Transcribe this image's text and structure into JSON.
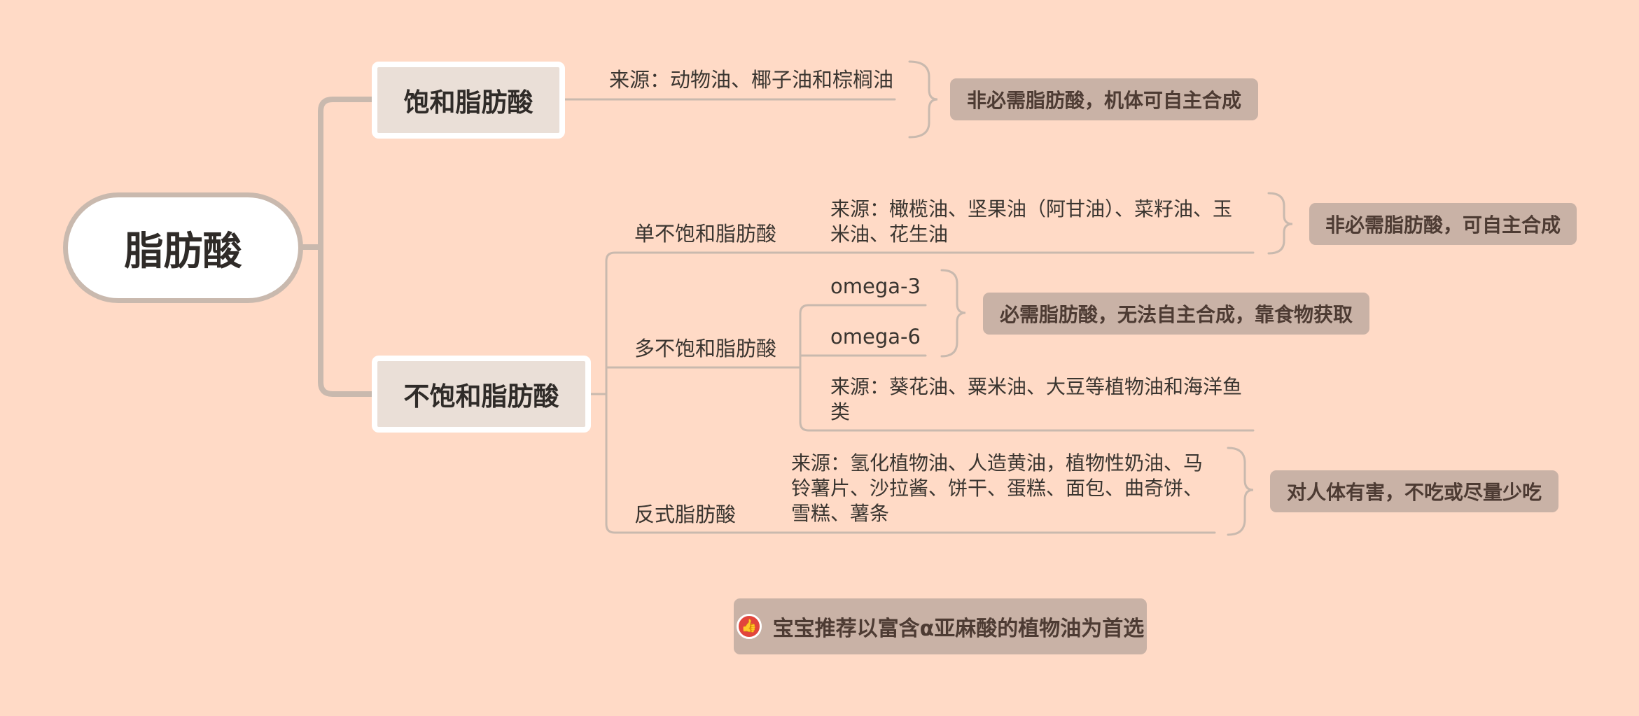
{
  "root": {
    "label": "脂肪酸"
  },
  "saturated": {
    "label": "饱和脂肪酸",
    "source": "来源：动物油、椰子油和棕榈油",
    "note": "非必需脂肪酸，机体可自主合成"
  },
  "unsaturated": {
    "label": "不饱和脂肪酸",
    "mono": {
      "label": "单不饱和脂肪酸",
      "source_line1": "来源：橄榄油、坚果油（阿甘油）、菜籽油、玉",
      "source_line2": "米油、花生油",
      "note": "非必需脂肪酸，可自主合成"
    },
    "poly": {
      "label": "多不饱和脂肪酸",
      "omega3": "omega-3",
      "omega6": "omega-6",
      "omega_note": "必需脂肪酸，无法自主合成，靠食物获取",
      "source_line1": "来源：葵花油、粟米油、大豆等植物油和海洋鱼",
      "source_line2": "类"
    },
    "trans": {
      "label": "反式脂肪酸",
      "source_line1": "来源：氢化植物油、人造黄油，植物性奶油、马",
      "source_line2": "铃薯片、沙拉酱、饼干、蛋糕、面包、曲奇饼、",
      "source_line3": "雪糕、薯条",
      "note": "对人体有害，不吃或尽量少吃"
    }
  },
  "tip": {
    "icon": "thumbs-up-icon",
    "text": "宝宝推荐以富含α亚麻酸的植物油为首选"
  },
  "colors": {
    "background": "#FFDAC6",
    "connector": "#c9b9ae",
    "note_fill": "#c9b2a6",
    "icon_red": "#e2453c"
  }
}
